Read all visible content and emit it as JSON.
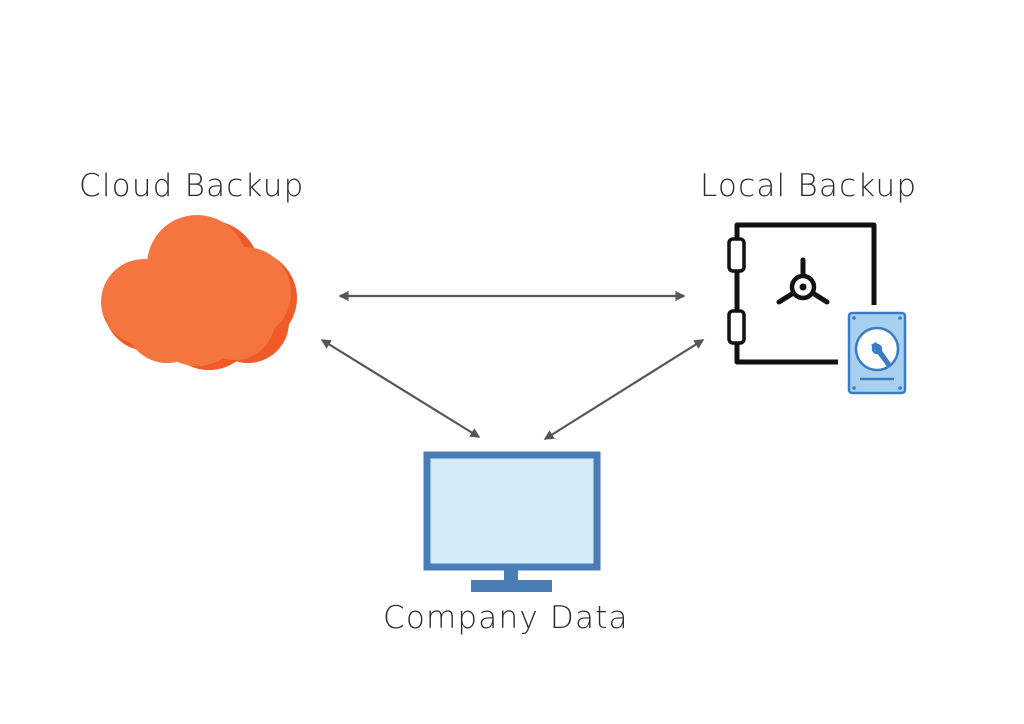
{
  "nodes": {
    "cloud": {
      "label": "Cloud Backup",
      "icon": "cloud-icon"
    },
    "local": {
      "label": "Local Backup",
      "icon": "safe-with-hard-drive-icon"
    },
    "company": {
      "label": "Company Data",
      "icon": "monitor-icon"
    }
  },
  "edges": [
    {
      "from": "cloud",
      "to": "local",
      "direction": "both"
    },
    {
      "from": "cloud",
      "to": "company",
      "direction": "both"
    },
    {
      "from": "local",
      "to": "company",
      "direction": "both"
    }
  ],
  "colors": {
    "cloud": "#f47540",
    "cloud_shadow": "#ef5a26",
    "monitor_frame": "#4a7cb5",
    "monitor_screen": "#d4ecfa",
    "drive_fill": "#a8d1f0",
    "drive_stroke": "#3a7cc4",
    "safe_stroke": "#111111",
    "arrow": "#555555",
    "text": "#2b2b2b"
  }
}
